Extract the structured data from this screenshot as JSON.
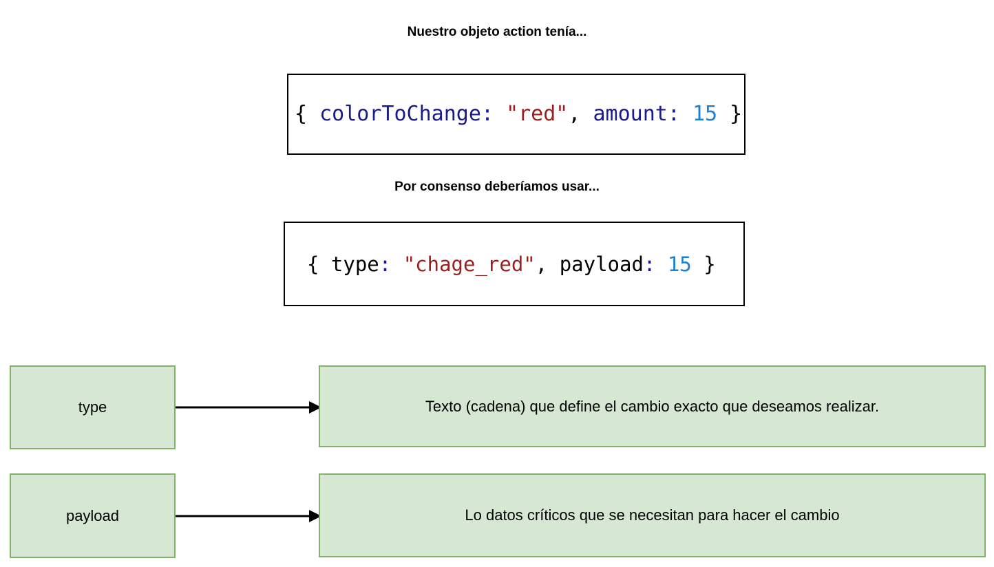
{
  "page": {
    "background": "#ffffff",
    "language": "es"
  },
  "headings": {
    "first": "Nuestro objeto action tenía...",
    "second": "Por consenso deberíamos usar..."
  },
  "code_boxes": [
    {
      "id": "original-action",
      "full_text": "{ colorToChange: \"red\", amount: 15 }",
      "tokens": {
        "open_brace": "{ ",
        "key1": "colorToChange",
        "colon1": ":",
        "space1": " ",
        "string1": "\"red\"",
        "comma1": ", ",
        "key2": "amount",
        "colon2": ":",
        "space2": " ",
        "number1": "15",
        "close_brace": " }"
      }
    },
    {
      "id": "consensus-action",
      "full_text": "{ type: \"chage_red\", payload: 15 }",
      "tokens": {
        "open_brace": "{ ",
        "key1": "type",
        "colon1": ":",
        "space1": " ",
        "string1": "\"chage_red\"",
        "comma1": ", ",
        "key2": "payload",
        "colon2": ":",
        "space2": " ",
        "number1": "15",
        "close_brace": " }"
      }
    }
  ],
  "rows": [
    {
      "label": "type",
      "description": "Texto (cadena) que define el cambio exacto que deseamos realizar."
    },
    {
      "label": "payload",
      "description": "Lo datos críticos que se necesitan para hacer el cambio"
    }
  ],
  "colors": {
    "box_fill": "#d6e8d3",
    "box_border": "#82b366",
    "code_border": "#000000",
    "token_key": "#1a1a8c",
    "token_colon": "#1616a8",
    "token_string": "#9c1f1f",
    "token_number": "#1f7fd0",
    "arrow": "#000000"
  },
  "icons": {
    "arrow": "arrow-right-icon"
  }
}
